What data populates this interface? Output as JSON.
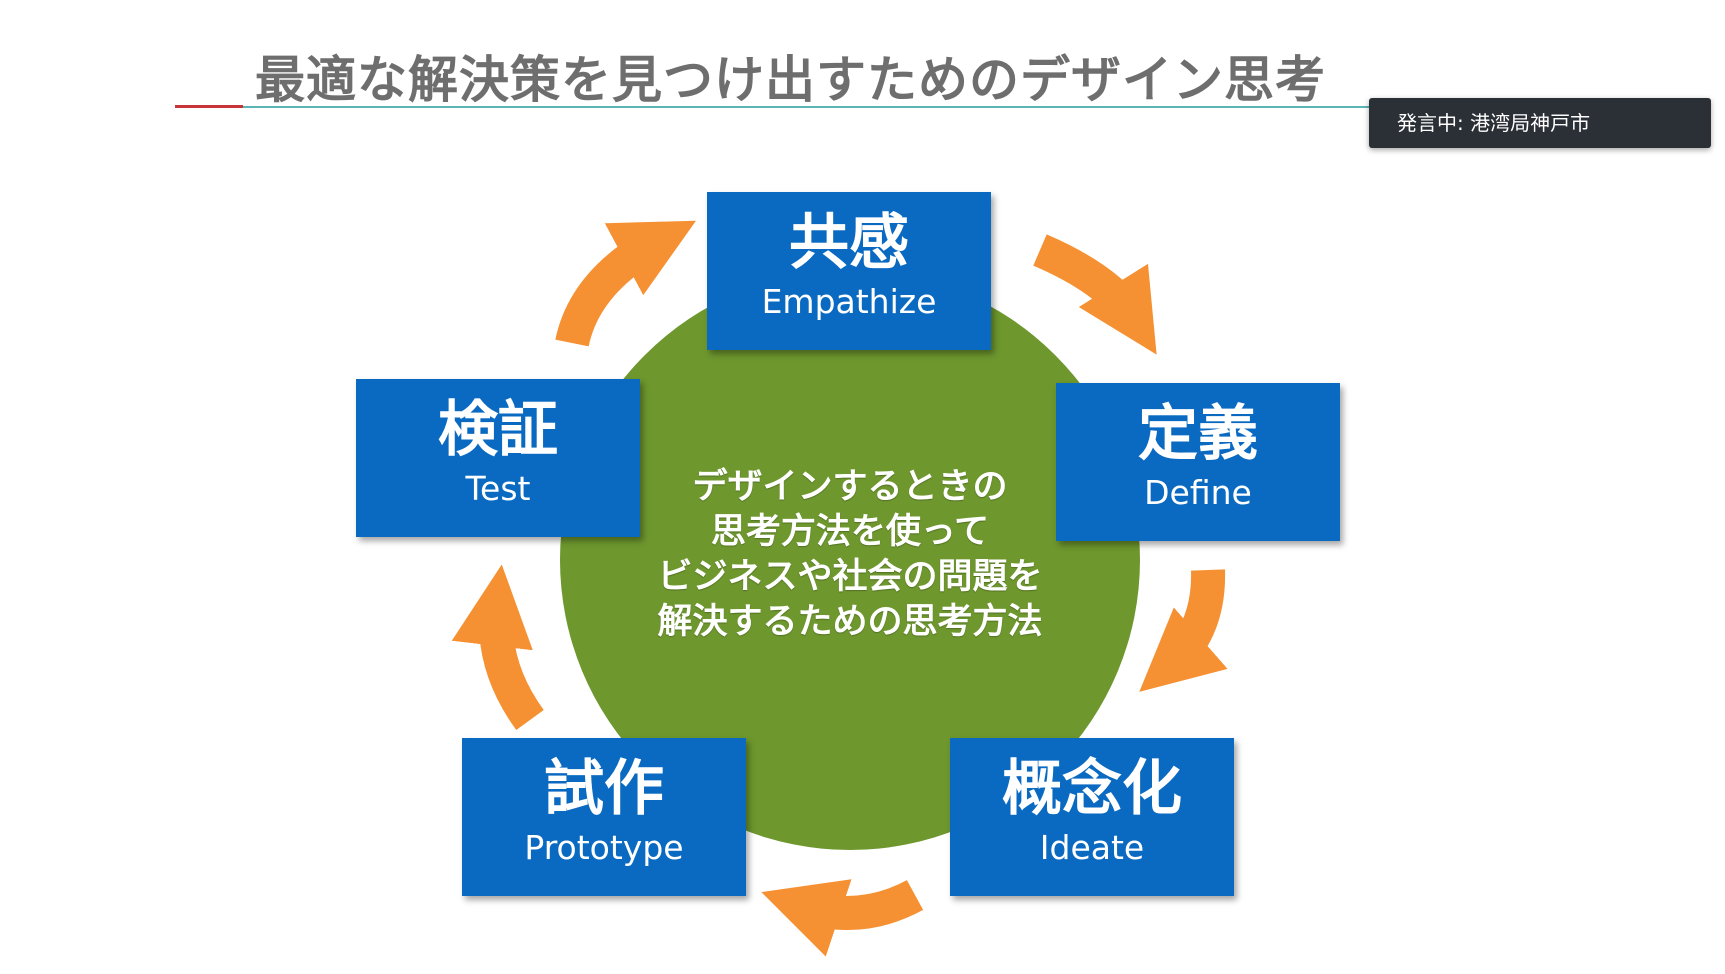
{
  "slide": {
    "title": "最適な解決策を見つけ出すためのデザイン思考"
  },
  "speaker": {
    "label": "発言中: 港湾局神戸市"
  },
  "center": {
    "lines": [
      "デザインするときの",
      "思考方法を使って",
      "ビジネスや社会の問題を",
      "解決するための思考方法"
    ]
  },
  "stages": {
    "empathize": {
      "jp": "共感",
      "en": "Empathize"
    },
    "define": {
      "jp": "定義",
      "en": "Define"
    },
    "ideate": {
      "jp": "概念化",
      "en": "Ideate"
    },
    "prototype": {
      "jp": "試作",
      "en": "Prototype"
    },
    "test": {
      "jp": "検証",
      "en": "Test"
    }
  },
  "colors": {
    "box_blue": "#0a69c1",
    "circle_green": "#6e972e",
    "arrow_orange": "#f59132",
    "title_gray": "#6e6e6e"
  }
}
